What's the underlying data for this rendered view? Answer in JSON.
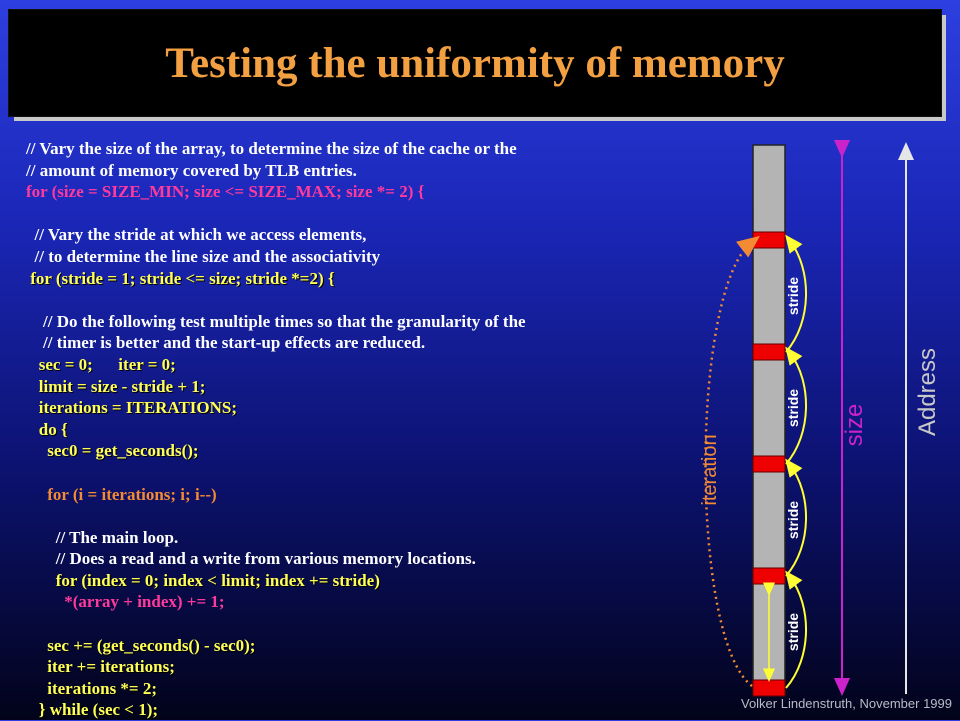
{
  "slide": {
    "title": "Testing the uniformity of memory",
    "footer": "Volker Lindenstruth, November 1999"
  },
  "code_lines": [
    {
      "text": "// Vary the size of the array, to determine the size of the cache or the",
      "color": "white"
    },
    {
      "text": "// amount of memory covered by TLB entries.",
      "color": "white"
    },
    {
      "text": "for (size = SIZE_MIN; size <= SIZE_MAX; size *= 2) {",
      "color": "pink"
    },
    {
      "text": "",
      "color": "white"
    },
    {
      "text": "  // Vary the stride at which we access elements,",
      "color": "white"
    },
    {
      "text": "  // to determine the line size and the associativity",
      "color": "white"
    },
    {
      "text": " for (stride = 1; stride <= size; stride *=2) {",
      "color": "yellow"
    },
    {
      "text": "",
      "color": "white"
    },
    {
      "text": "    // Do the following test multiple times so that the granularity of the",
      "color": "white"
    },
    {
      "text": "    // timer is better and the start-up effects are reduced.",
      "color": "white"
    },
    {
      "text": "   sec = 0;      iter = 0;",
      "color": "yellow"
    },
    {
      "text": "   limit = size - stride + 1;",
      "color": "yellow"
    },
    {
      "text": "   iterations = ITERATIONS;",
      "color": "yellow"
    },
    {
      "text": "   do {",
      "color": "yellow"
    },
    {
      "text": "     sec0 = get_seconds();",
      "color": "yellow"
    },
    {
      "text": "",
      "color": "white"
    },
    {
      "text": "     for (i = iterations; i; i--)",
      "color": "orange"
    },
    {
      "text": "",
      "color": "white"
    },
    {
      "text": "       // The main loop.",
      "color": "white"
    },
    {
      "text": "       // Does a read and a write from various memory locations.",
      "color": "white"
    },
    {
      "text": "       for (index = 0; index < limit; index += stride)",
      "color": "yellow"
    },
    {
      "text": "         *(array + index) += 1;",
      "color": "pink"
    },
    {
      "text": "",
      "color": "white"
    },
    {
      "text": "     sec += (get_seconds() - sec0);",
      "color": "yellow"
    },
    {
      "text": "     iter += iterations;",
      "color": "yellow"
    },
    {
      "text": "     iterations *= 2;",
      "color": "yellow"
    },
    {
      "text": "   } while (sec < 1);",
      "color": "yellow"
    }
  ],
  "diagram": {
    "stride_label": "stride",
    "stride_count": 4,
    "iteration_label": "iteration",
    "size_label": "size",
    "address_label": "Address",
    "colors": {
      "column": "#b4b4b4",
      "marker": "#ee0000",
      "stride_arrow": "#ffff33",
      "iteration_arrow": "#f38a34",
      "size_arrow": "#cc22cc",
      "address_arrow": "#e6e6e6",
      "label_white": "#ffffff",
      "label_orange": "#f38a34",
      "label_purple": "#cc22cc",
      "label_gray": "#c8c8c8"
    }
  }
}
